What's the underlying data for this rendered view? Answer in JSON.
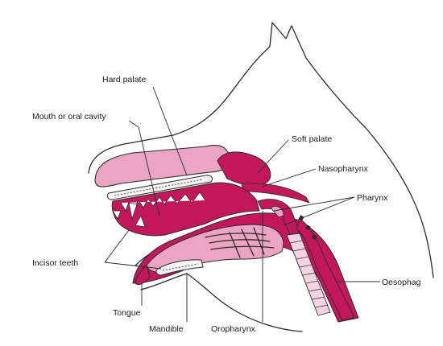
{
  "labels": {
    "hard_palate": "Hard palate",
    "mouth": "Mouth or oral cavity",
    "soft_palate": "Soft palate",
    "nasopharynx": "Nasopharynx",
    "pharynx": "Pharynx",
    "incisor_teeth": "Incisor teeth",
    "oesophagus": "Oesophag",
    "tongue": "Tongue",
    "mandible": "Mandible",
    "oropharynx": "Oropharynx"
  },
  "colors": {
    "tissue_dark": "#c2185b",
    "tissue_mid": "#d63a77",
    "tissue_light": "#eba4c2",
    "tissue_pale": "#f6d3e2",
    "bone": "#f3f3f3",
    "line": "#2b2b2b"
  }
}
